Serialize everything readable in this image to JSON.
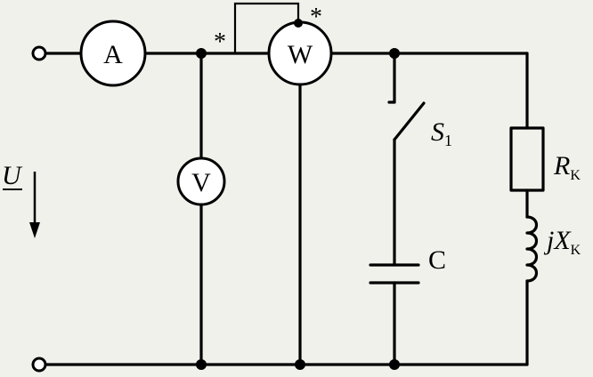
{
  "diagram": {
    "meters": {
      "ammeter": "A",
      "wattmeter": "W",
      "voltmeter": "V"
    },
    "marks": {
      "current_coil_star": "*",
      "voltage_coil_star": "*"
    },
    "labels": {
      "voltage": "U",
      "switch_letter": "S",
      "switch_subscript": "1",
      "capacitor": "C",
      "resistor_letter": "R",
      "resistor_subscript": "K",
      "reactance_prefix": "j",
      "reactance_letter": "X",
      "reactance_subscript": "K"
    }
  }
}
